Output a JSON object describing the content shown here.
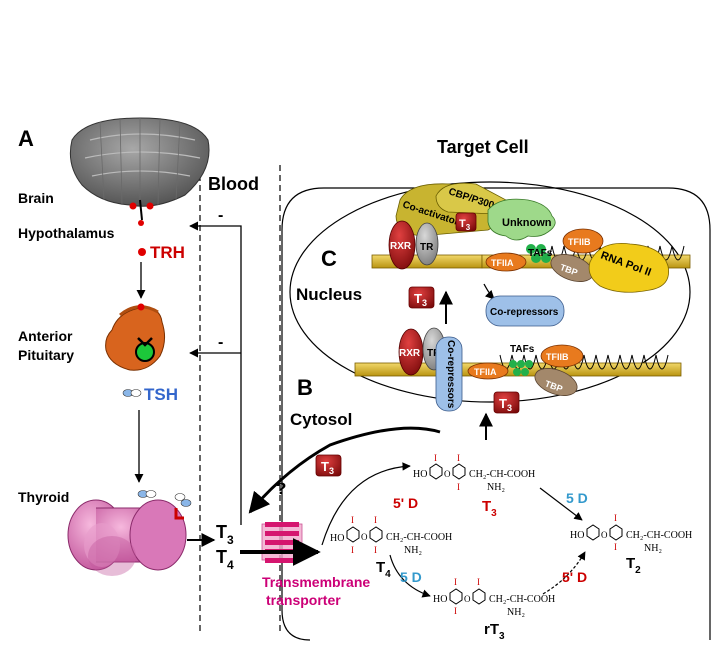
{
  "panels": {
    "a": "A",
    "b": "B",
    "c": "C"
  },
  "compartments": {
    "blood": "Blood",
    "target_cell": "Target Cell",
    "nucleus": "Nucleus",
    "cytosol": "Cytosol"
  },
  "axis": {
    "brain": "Brain",
    "hypothalamus": "Hypothalamus",
    "trh": "TRH",
    "anterior": "Anterior",
    "pituitary": "Pituitary",
    "tsh": "TSH",
    "thyroid": "Thyroid",
    "feedback_minus": "-",
    "t3": "T",
    "t4": "T",
    "sub3": "3",
    "sub4": "4"
  },
  "transporter": {
    "line1": "Transmembrane",
    "line2": "transporter",
    "question": "?"
  },
  "complex": {
    "cbp": "CBP/P300",
    "coactivators": "Co-activators",
    "unknown": "Unknown",
    "t3_badge": "T",
    "t3_sub": "3",
    "rxr": "RXR",
    "tr": "TR",
    "tafs": "TAFs",
    "tfiib": "TFIIB",
    "tfiia": "TFIIA",
    "tbp": "TBP",
    "rnapol": "RNA Pol II",
    "corepressors": "Co-repressors"
  },
  "metabolism": {
    "deiod_5p": "5' D",
    "deiod_5": "5 D",
    "t3": "T",
    "t4": "T",
    "t2": "T",
    "rt3": "rT",
    "sub3": "3",
    "sub4": "4",
    "sub2": "2",
    "ho": "HO",
    "o": "O",
    "iodine": "I",
    "chain": "CH₂-CH-COOH",
    "nh2": "NH₂"
  },
  "colors": {
    "red": "#cc0000",
    "blue": "#3366cc",
    "magenta": "#cc0077",
    "orange": "#e87a1e",
    "yellow": "#e8c800",
    "pink": "#e17ab8"
  }
}
